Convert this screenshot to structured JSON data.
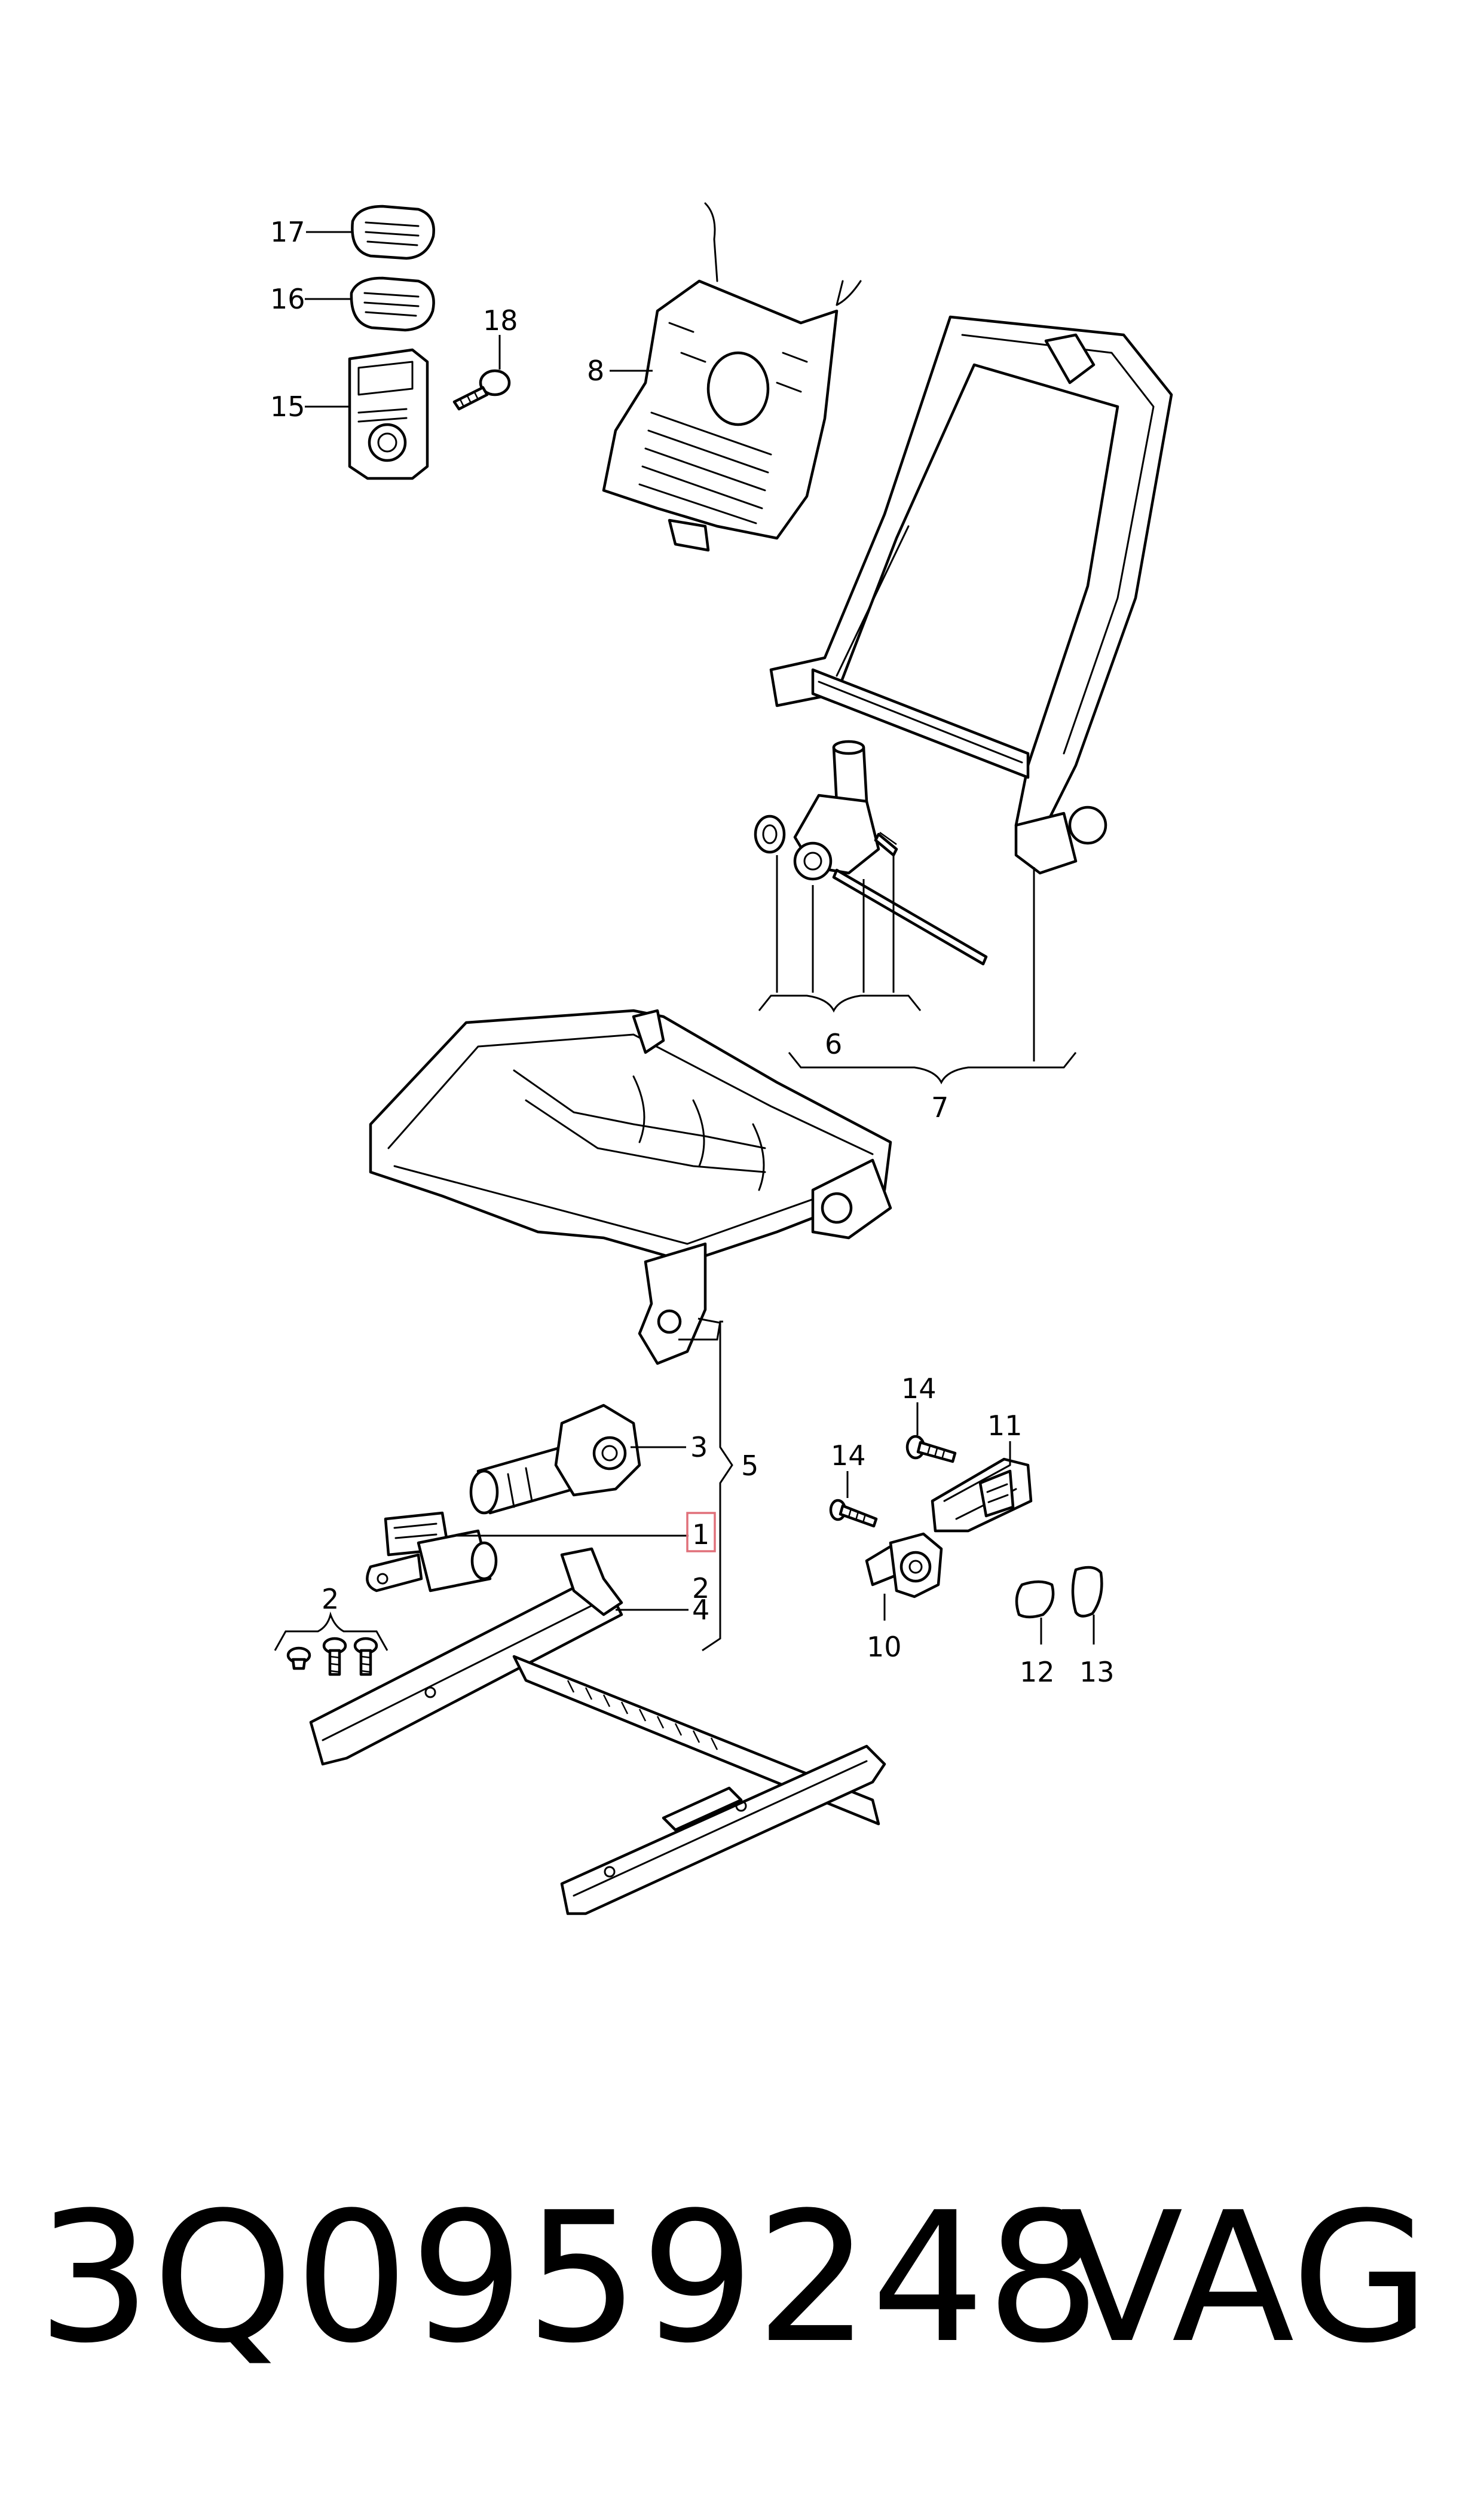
{
  "callouts": {
    "c17": "17",
    "c16": "16",
    "c18": "18",
    "c15": "15",
    "c8": "8",
    "c6": "6",
    "c7": "7",
    "c3": "3",
    "c5": "5",
    "c1": "1",
    "c2a": "2",
    "c2b": "2",
    "c4": "4",
    "c14a": "14",
    "c14b": "14",
    "c11": "11",
    "c10": "10",
    "c12": "12",
    "c13": "13"
  },
  "highlighted_callout": "1",
  "highlight_color": "#e0707a",
  "footer": {
    "part_number": "3Q0959248",
    "brand": "VAG"
  }
}
